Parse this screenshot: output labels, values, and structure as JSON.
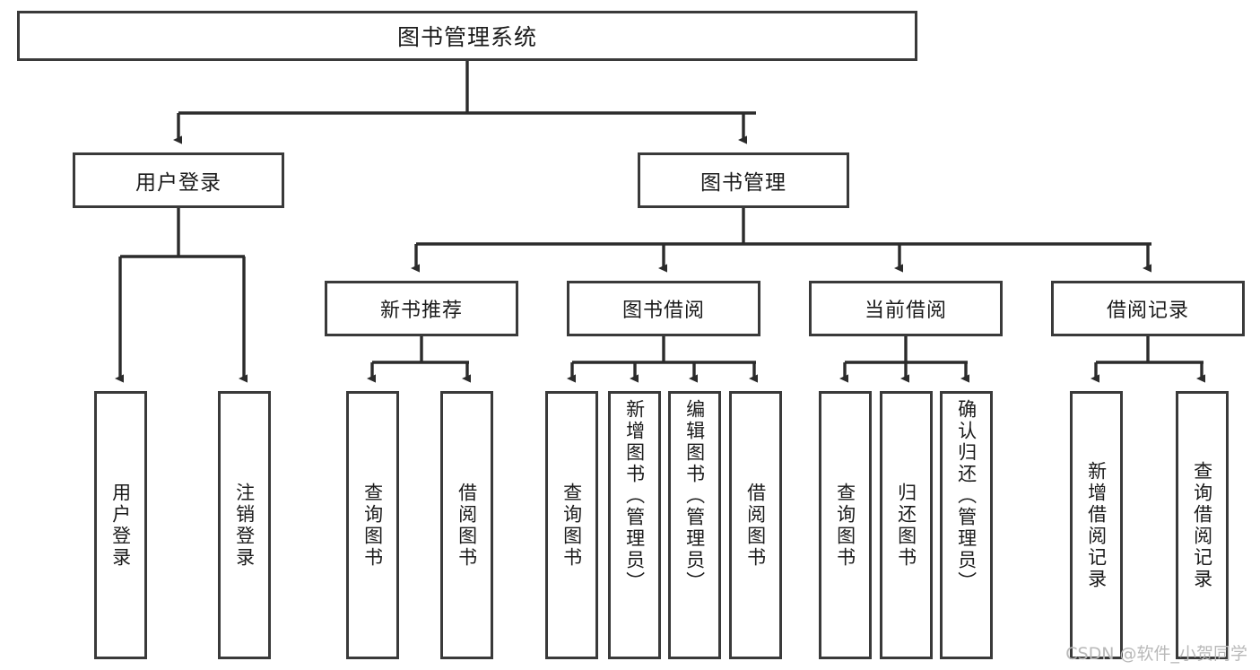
{
  "diagram": {
    "title": "图书管理系统",
    "type": "tree-hierarchy-diagram",
    "watermark": "CSDN @软件_小贺同学",
    "colors": {
      "box_border": "#3a3a3a",
      "box_fill": "#ffffff",
      "edge": "#2b2b2b",
      "text": "#1b1b1b",
      "watermark": "#b9b9b9",
      "background": "#ffffff"
    },
    "root": {
      "label": "图书管理系统"
    },
    "level1": [
      {
        "id": "user-login",
        "label": "用户登录"
      },
      {
        "id": "book-management",
        "label": "图书管理"
      }
    ],
    "level2": [
      {
        "id": "new-book-recommend",
        "label": "新书推荐"
      },
      {
        "id": "book-borrow",
        "label": "图书借阅"
      },
      {
        "id": "current-borrow",
        "label": "当前借阅"
      },
      {
        "id": "borrow-record",
        "label": "借阅记录"
      }
    ],
    "leaves": [
      {
        "id": "leaf-user-login",
        "label": "用户登录",
        "parent": "用户登录"
      },
      {
        "id": "leaf-user-logout",
        "label": "注销登录",
        "parent": "用户登录"
      },
      {
        "id": "leaf-query-book-1",
        "label": "查询图书",
        "parent": "新书推荐"
      },
      {
        "id": "leaf-borrow-book-1",
        "label": "借阅图书",
        "parent": "新书推荐"
      },
      {
        "id": "leaf-query-book-2",
        "label": "查询图书",
        "parent": "图书借阅"
      },
      {
        "id": "leaf-add-book",
        "label": "新增图书（管理员）",
        "parent": "图书借阅"
      },
      {
        "id": "leaf-edit-book",
        "label": "编辑图书（管理员）",
        "parent": "图书借阅"
      },
      {
        "id": "leaf-borrow-book-2",
        "label": "借阅图书",
        "parent": "图书借阅"
      },
      {
        "id": "leaf-query-book-3",
        "label": "查询图书",
        "parent": "当前借阅"
      },
      {
        "id": "leaf-return-book",
        "label": "归还图书",
        "parent": "当前借阅"
      },
      {
        "id": "leaf-confirm-return",
        "label": "确认归还（管理员）",
        "parent": "当前借阅"
      },
      {
        "id": "leaf-add-record",
        "label": "新增借阅记录",
        "parent": "借阅记录"
      },
      {
        "id": "leaf-query-record",
        "label": "查询借阅记录",
        "parent": "借阅记录"
      }
    ]
  }
}
